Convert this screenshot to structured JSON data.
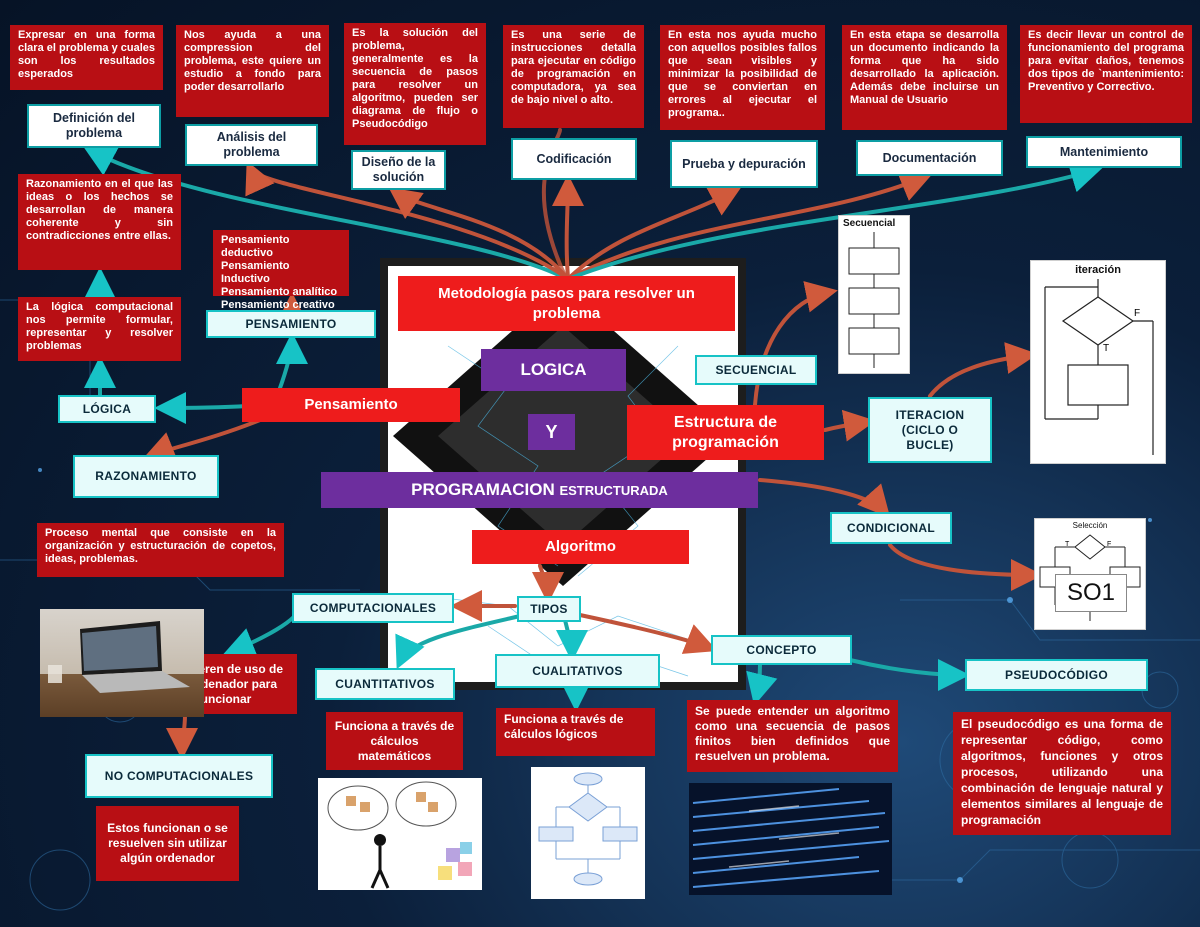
{
  "center": {
    "metodologia": "Metodología pasos para resolver un problema",
    "logica": "LOGICA",
    "y": "Y",
    "programacion": "PROGRAMACION",
    "estructurada": "ESTRUCTURADA",
    "algoritmo": "Algoritmo",
    "pensamiento": "Pensamiento",
    "estructura": "Estructura de programación"
  },
  "steps": [
    {
      "label": "Definición del problema",
      "desc": "Expresar en una forma clara el problema y cuales son los resultados esperados"
    },
    {
      "label": "Análisis del problema",
      "desc": "Nos ayuda a una compression del problema, este quiere un estudio a fondo para poder desarrollarlo"
    },
    {
      "label": "Diseño de la solución",
      "desc": "Es la solución del problema, generalmente es la secuencia de pasos para resolver un algoritmo, pueden ser diagrama de flujo o Pseudocódigo"
    },
    {
      "label": "Codificación",
      "desc": "Es una serie de instrucciones detalla para ejecutar en código de programación en computadora, ya sea de bajo nivel o alto."
    },
    {
      "label": "Prueba y depuración",
      "desc": "En esta nos ayuda mucho con aquellos posibles fallos que sean visibles y minimizar la posibilidad de que se conviertan en errores al ejecutar el programa.."
    },
    {
      "label": "Documentación",
      "desc": "En esta etapa se desarrolla un documento indicando la forma que ha sido desarrollado la aplicación. Además debe incluirse un Manual de Usuario"
    },
    {
      "label": "Mantenimiento",
      "desc": "Es decir llevar un control de funcionamiento del programa para evitar daños, tenemos dos tipos de `mantenimiento: Preventivo y Correctivo."
    }
  ],
  "left": {
    "razonamiento_desc": "Razonamiento en el que las ideas o los hechos se desarrollan de manera coherente y sin contradicciones entre ellas.",
    "pensamiento_types": "Pensamiento deductivo\nPensamiento Inductivo\nPensamiento analítico\nPensamiento creativo",
    "logica_desc": "La lógica computacional nos permite formular, representar y resolver problemas",
    "pensamiento_label": "PENSAMIENTO",
    "logica_label": "LÓGICA",
    "razonamiento_label": "RAZONAMIENTO",
    "proceso_desc": "Proceso mental que consiste en la organización y estructuración de copetos, ideas, problemas."
  },
  "tipos": {
    "tipos_label": "TIPOS",
    "computacionales": "COMPUTACIONALES",
    "requieren": "Requieren de uso de un ordenador para funcionar",
    "no_computacionales": "NO COMPUTACIONALES",
    "no_comp_desc": "Estos funcionan o se resuelven sin utilizar algún ordenador",
    "cuantitativos": "CUANTITATIVOS",
    "cuant_desc": "Funciona a través de cálculos matemáticos",
    "cualitativos": "CUALITATIVOS",
    "cual_desc": "Funciona a través de cálculos lógicos"
  },
  "concepto": {
    "label": "CONCEPTO",
    "desc": "Se puede entender un algoritmo como una secuencia de pasos finitos bien definidos que resuelven un problema."
  },
  "pseudo": {
    "label": "PSEUDOCÓDIGO",
    "desc": "El pseudocódigo es una forma de representar código, como algoritmos, funciones y otros procesos, utilizando una combinación de lenguaje natural y elementos similares al lenguaje de programación"
  },
  "estructura": {
    "secuencial": "SECUENCIAL",
    "iteracion": "ITERACION (CICLO O BUCLE)",
    "condicional": "CONDICIONAL",
    "secuencial_img_title": "Secuencial",
    "iteracion_img_title": "iteración",
    "iter_t": "T",
    "iter_f": "F",
    "seleccion_title": "Selección",
    "sel_t": "T",
    "sel_f": "F",
    "so1": "SO1"
  },
  "colors": {
    "red": "#b80f14",
    "bright_red": "#ee1c1c",
    "purple": "#6d2e9e",
    "teal": "#17c3c6",
    "connector": "#c0533a"
  }
}
